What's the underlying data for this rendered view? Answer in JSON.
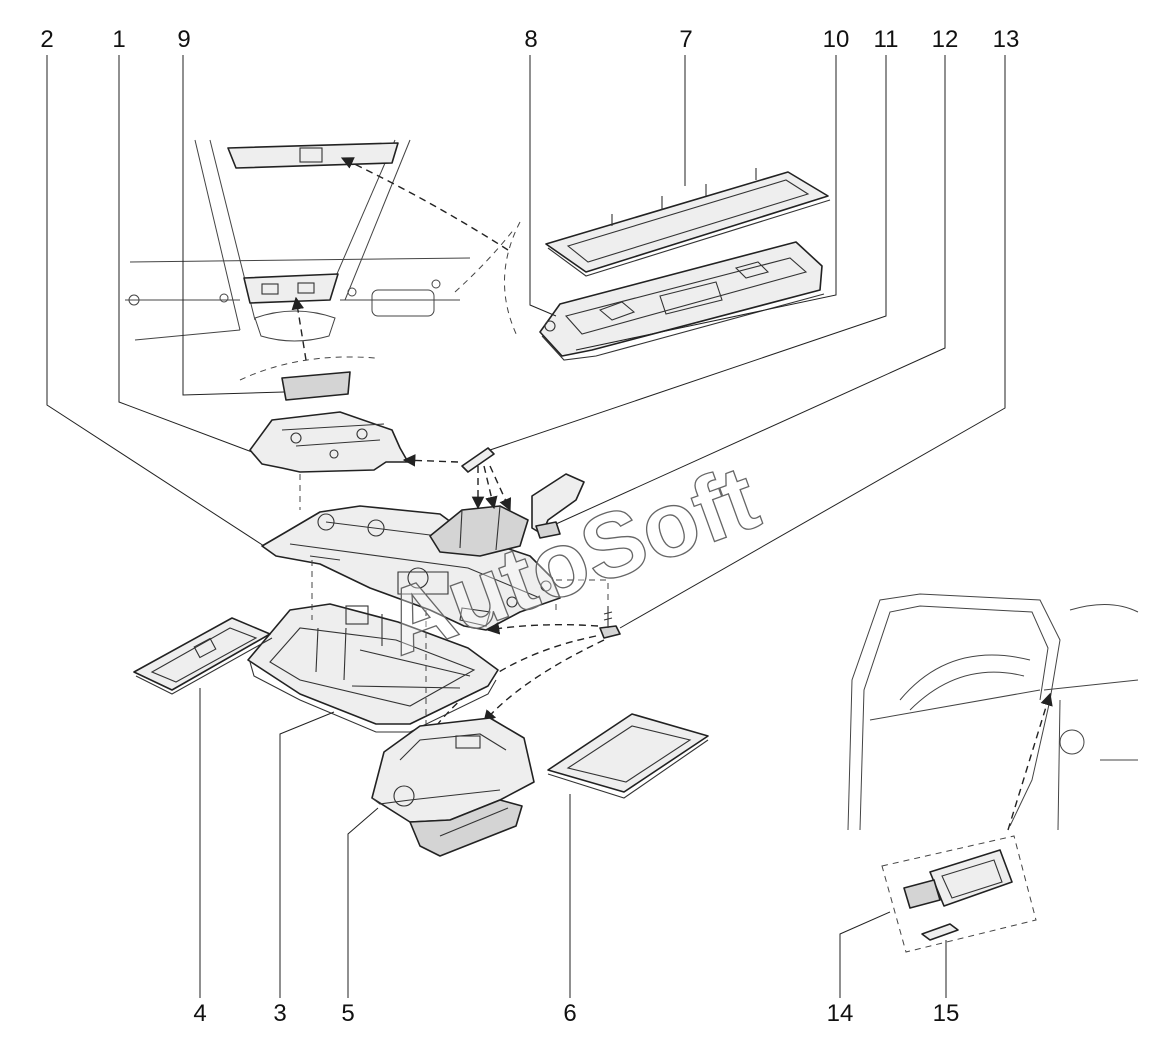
{
  "watermark": "AutoSoft",
  "callouts": [
    "2",
    "1",
    "9",
    "8",
    "7",
    "10",
    "11",
    "12",
    "13",
    "4",
    "3",
    "5",
    "6",
    "14",
    "15"
  ],
  "colors": {
    "line": "#222222",
    "part_fill": "#eeeeee",
    "shade": "#d4d4d4",
    "background": "#ffffff"
  }
}
